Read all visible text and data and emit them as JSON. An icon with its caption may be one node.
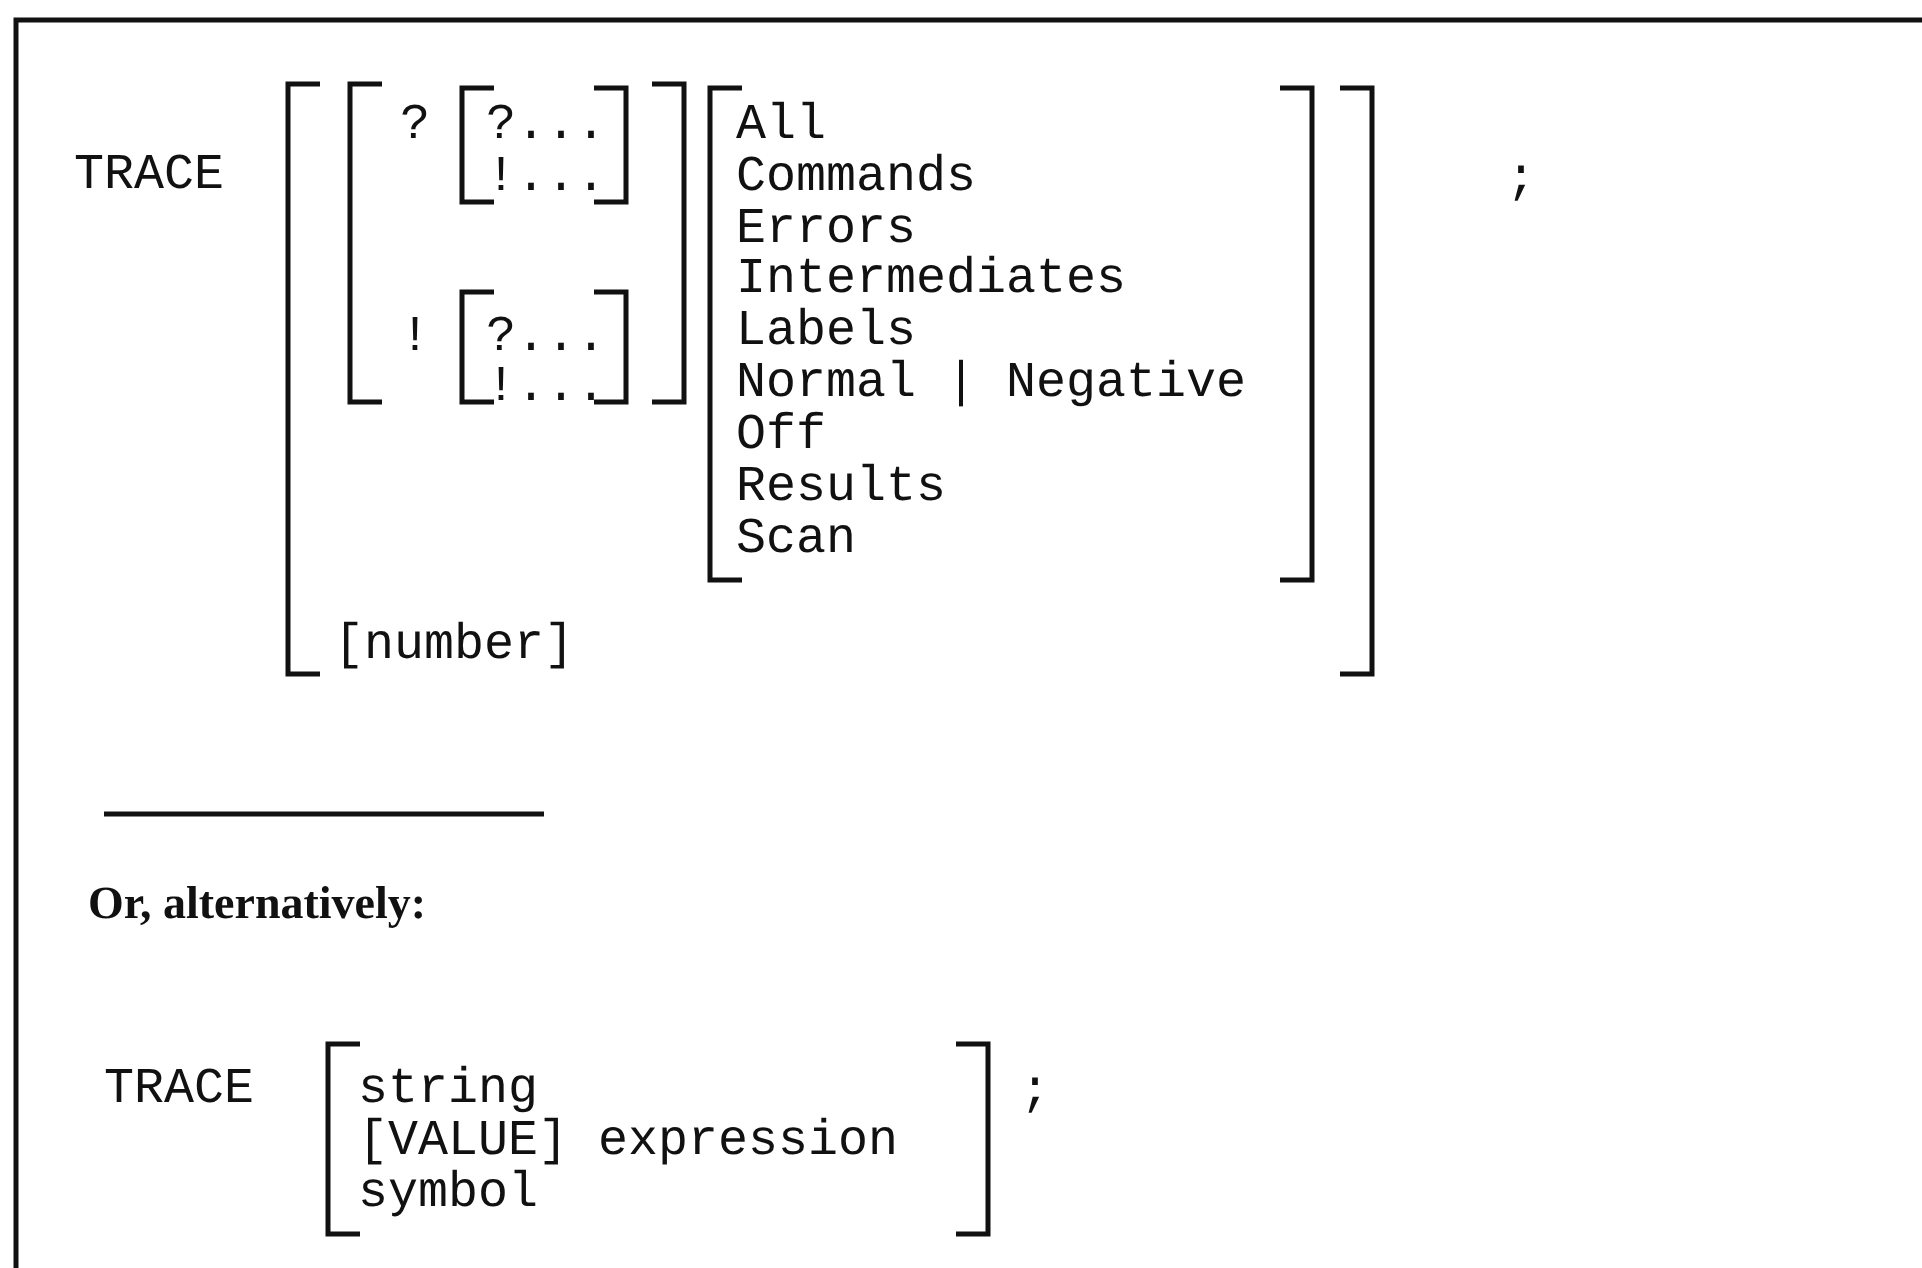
{
  "diagram": {
    "labels": [
      "TRACE",
      "?",
      "?...",
      "!...",
      "!",
      "?...",
      "!...",
      "All",
      "Commands",
      "Errors",
      "Intermediates",
      "Labels",
      "Normal | Negative",
      "Off",
      "Results",
      "Scan",
      "[number]",
      ";",
      "Or, alternatively:",
      "TRACE",
      "string",
      "[VALUE] expression",
      "symbol",
      ";"
    ]
  }
}
